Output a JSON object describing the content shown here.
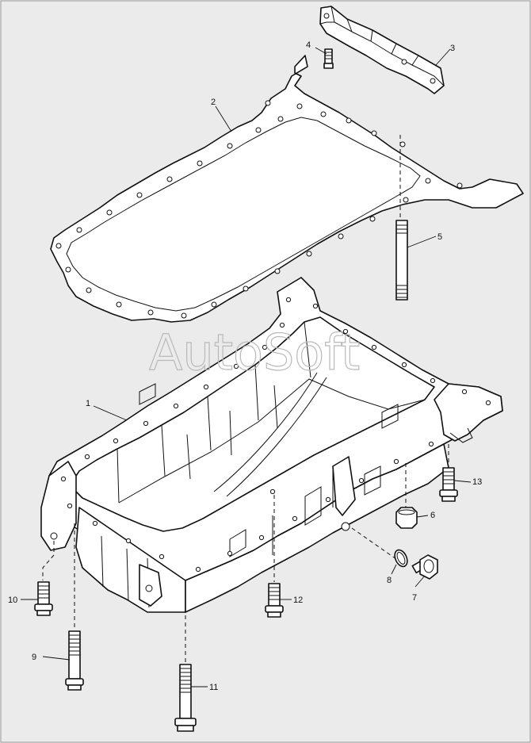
{
  "watermark": "AutoSoft",
  "callouts": [
    "1",
    "2",
    "3",
    "4",
    "5",
    "6",
    "7",
    "8",
    "9",
    "10",
    "11",
    "12",
    "13"
  ],
  "parts": [
    {
      "id": "oil-pan",
      "callout": "1"
    },
    {
      "id": "gasket",
      "callout": "2"
    },
    {
      "id": "baffle-bracket",
      "callout": "3"
    },
    {
      "id": "bracket-screw",
      "callout": "4"
    },
    {
      "id": "stud",
      "callout": "5"
    },
    {
      "id": "nut",
      "callout": "6"
    },
    {
      "id": "drain-plug",
      "callout": "7"
    },
    {
      "id": "seal-ring",
      "callout": "8"
    },
    {
      "id": "bolt-long",
      "callout": "9"
    },
    {
      "id": "bolt-short-left",
      "callout": "10"
    },
    {
      "id": "bolt-long-front",
      "callout": "11"
    },
    {
      "id": "bolt-center",
      "callout": "12"
    },
    {
      "id": "bolt-right",
      "callout": "13"
    }
  ]
}
